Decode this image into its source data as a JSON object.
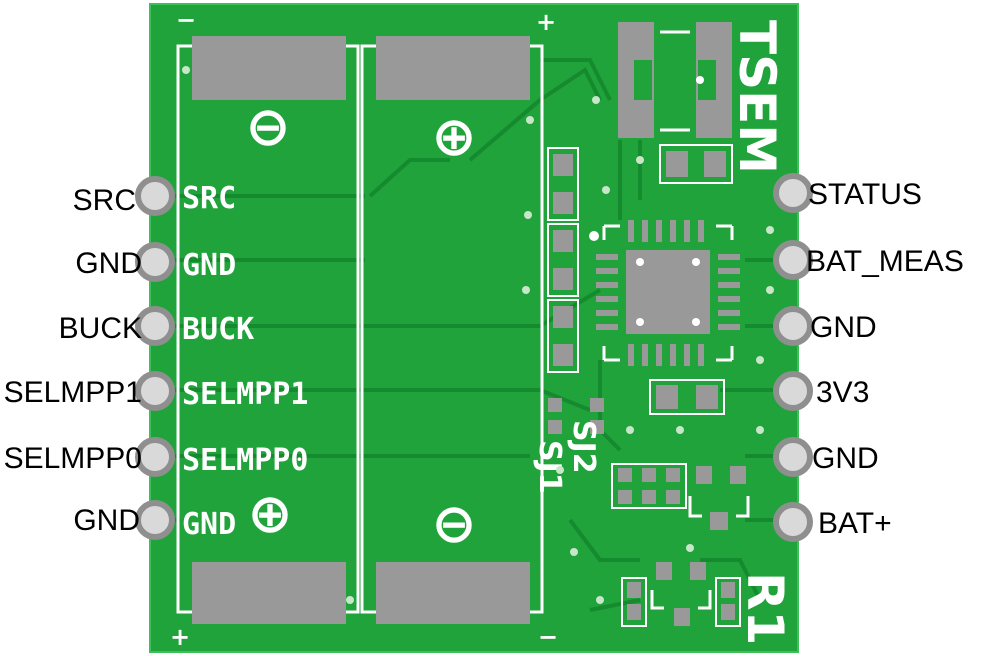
{
  "left_labels": [
    "SRC",
    "GND",
    "BUCK",
    "SELMPP1",
    "SELMPP0",
    "GND"
  ],
  "right_labels": [
    "STATUS",
    "BAT_MEAS",
    "GND",
    "3V3",
    "GND",
    "BAT+"
  ],
  "silk_labels": [
    "SRC",
    "GND",
    "BUCK",
    "SELMPP1",
    "SELMPP0",
    "GND"
  ],
  "board_texts": {
    "title": "TSEM",
    "ref": "R1",
    "jumper1": "SJ1",
    "jumper2": "SJ2"
  },
  "polarity": {
    "cell1_top": "−",
    "cell1_bottom": "+",
    "cell1_top_symbol": "⊖",
    "cell1_bottom_symbol": "⊕",
    "cell2_top": "+",
    "cell2_bottom": "−",
    "cell2_top_symbol": "⊕",
    "cell2_bottom_symbol": "⊖"
  },
  "colors": {
    "board": "#1fa33a",
    "copper": "#2bb548",
    "trace": "#17922f",
    "pad": "#9a9a9a",
    "silkscreen": "#ffffff"
  }
}
